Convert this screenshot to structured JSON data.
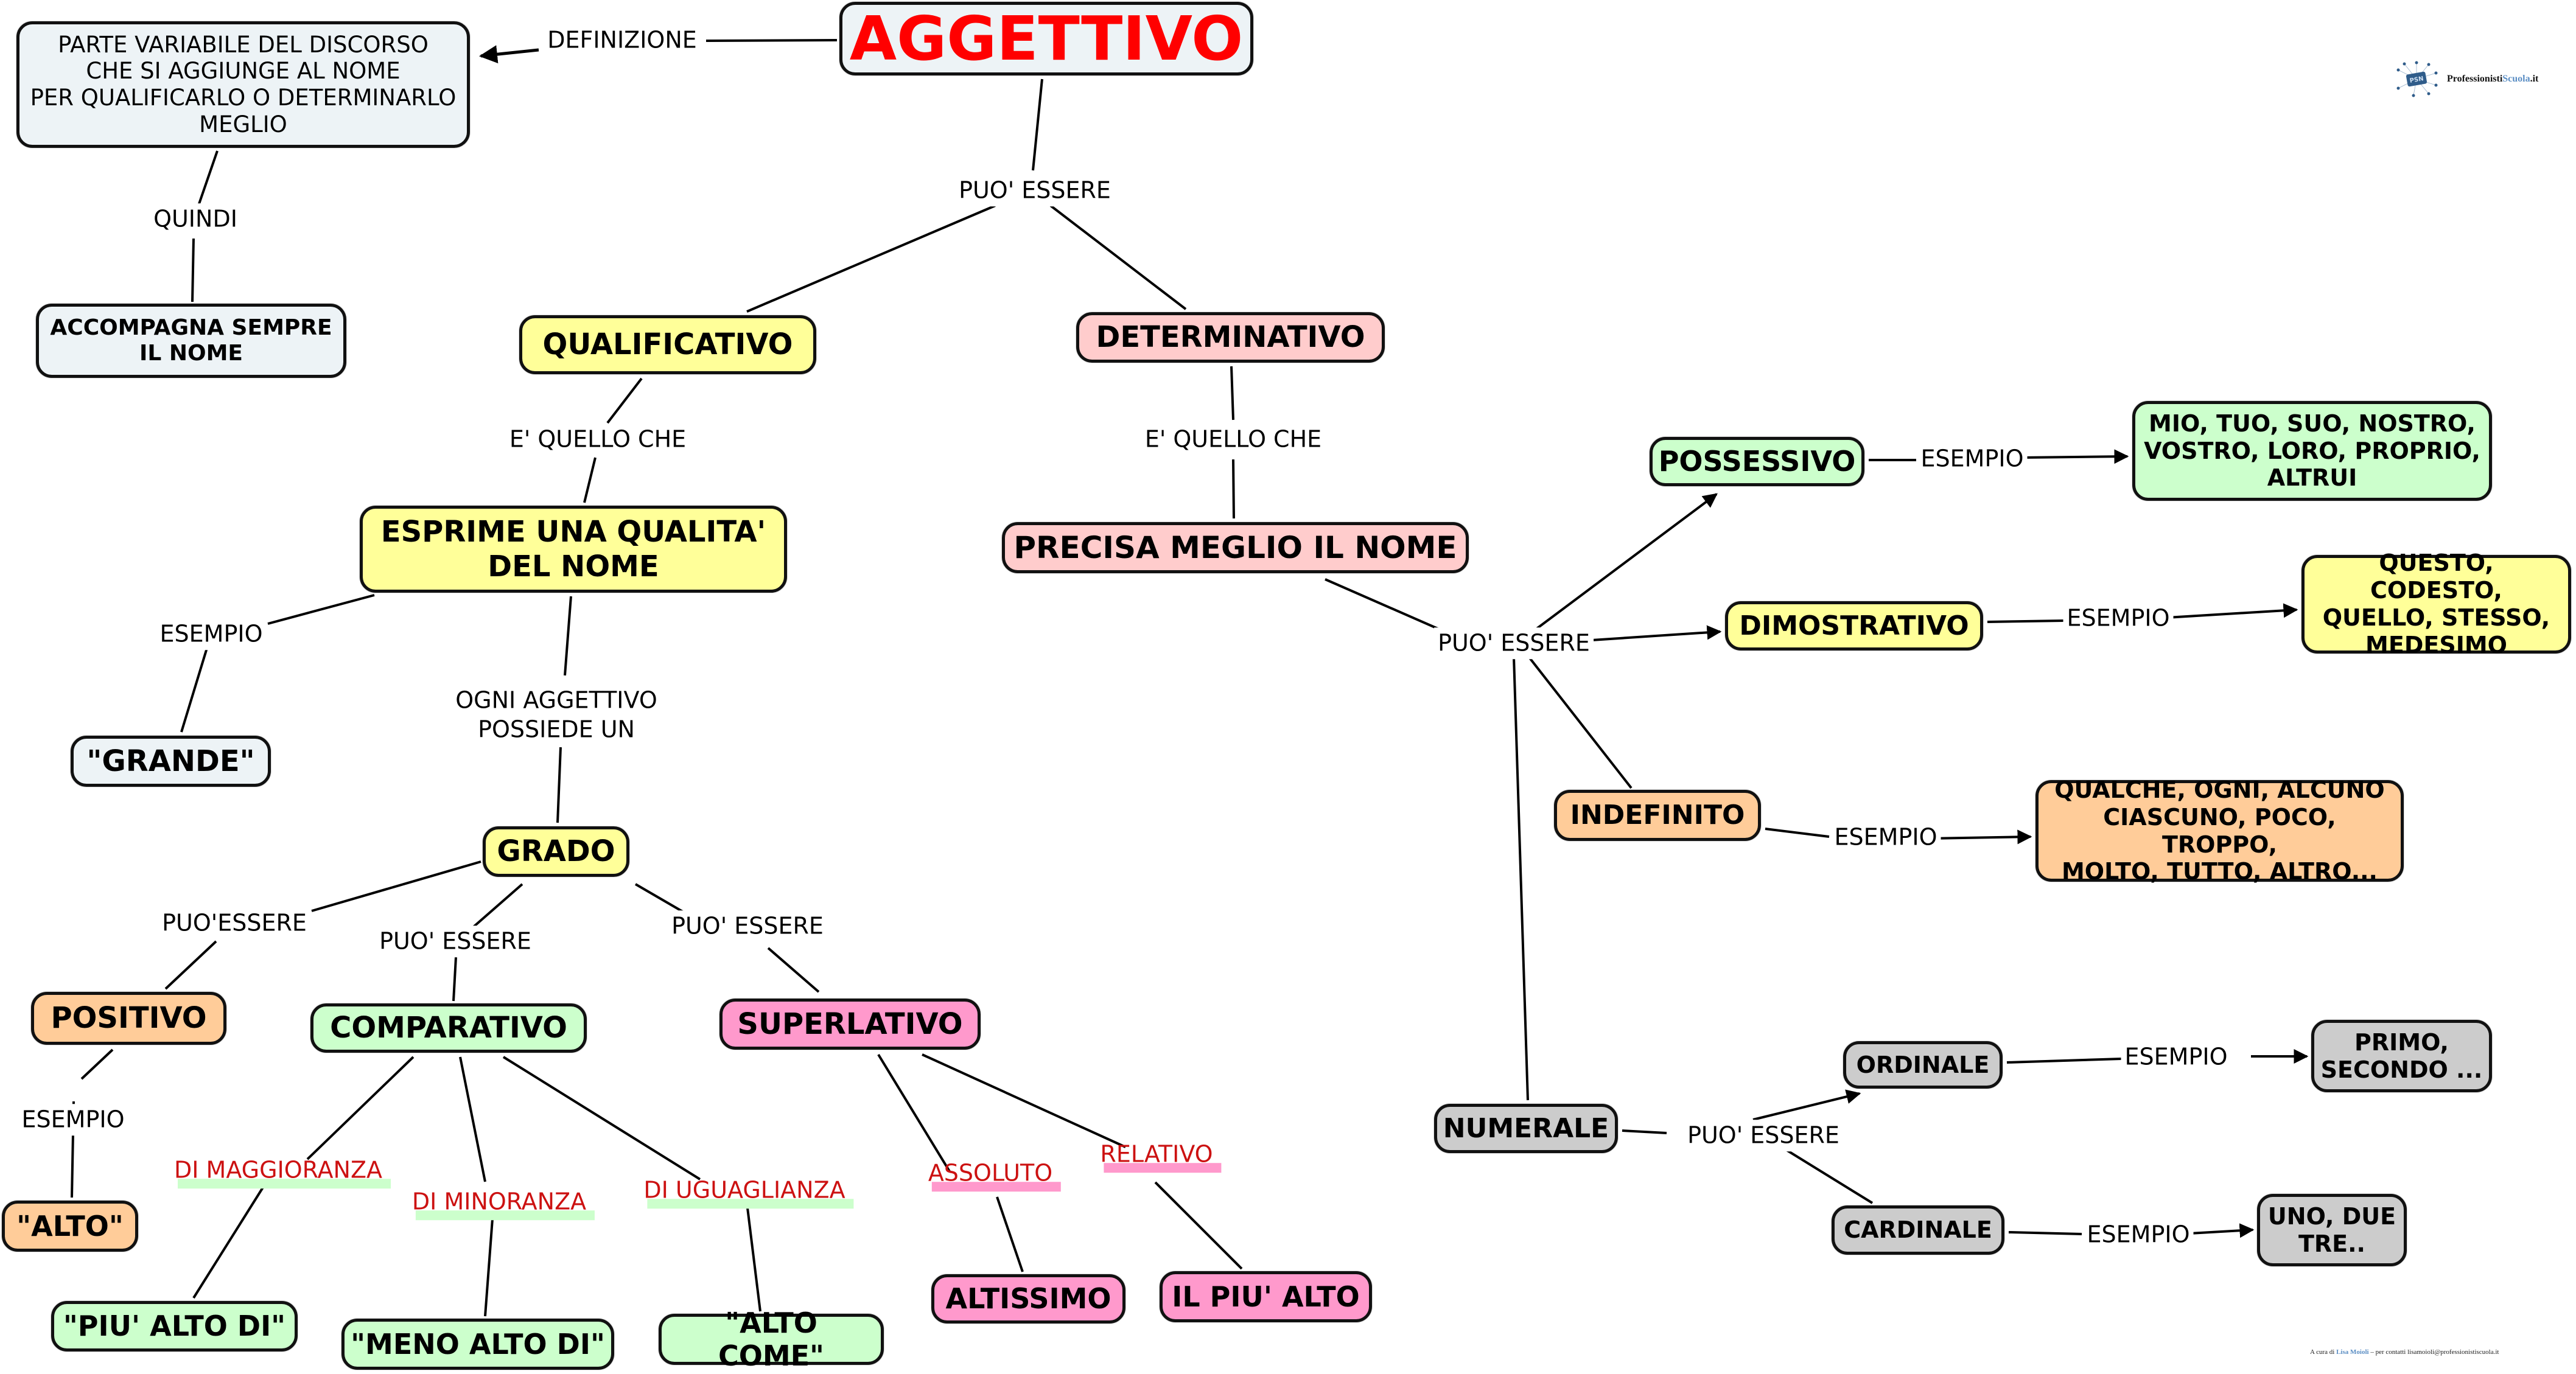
{
  "title": "AGGETTIVO",
  "colors": {
    "title_text": "#ff0000",
    "relation_label_red": "#cc1111",
    "node_ice": "#edf3f6",
    "node_yellow": "#ffff99",
    "node_pink": "#ffcccc",
    "node_green": "#ccffcc",
    "node_orange": "#ffcc99",
    "node_magenta": "#ff99cc",
    "node_gray": "#cccccc",
    "logo_accent": "#5b8ec4"
  },
  "nodes": {
    "aggettivo": "AGGETTIVO",
    "definition": "PARTE VARIABILE DEL DISCORSO\nCHE SI AGGIUNGE AL NOME\nPER QUALIFICARLO O DETERMINARLO\nMEGLIO",
    "accompagna": "ACCOMPAGNA SEMPRE\nIL NOME",
    "qualificativo": "QUALIFICATIVO",
    "determinativo": "DETERMINATIVO",
    "esprime": "ESPRIME UNA QUALITA'\nDEL NOME",
    "precisa": "PRECISA MEGLIO IL NOME",
    "grande": "\"GRANDE\"",
    "grado": "GRADO",
    "positivo": "POSITIVO",
    "comparativo": "COMPARATIVO",
    "superlativo": "SUPERLATIVO",
    "alto": "\"ALTO\"",
    "piu_alto_di": "\"PIU' ALTO DI\"",
    "meno_alto_di": "\"MENO ALTO DI\"",
    "alto_come": "\"ALTO COME\"",
    "altissimo": "ALTISSIMO",
    "il_piu_alto": "IL PIU' ALTO",
    "possessivo": "POSSESSIVO",
    "possessivo_esempi": "MIO, TUO, SUO, NOSTRO,\nVOSTRO, LORO, PROPRIO,\nALTRUI",
    "dimostrativo": "DIMOSTRATIVO",
    "dimostrativo_esempi": "QUESTO, CODESTO,\nQUELLO, STESSO,\nMEDESIMO",
    "indefinito": "INDEFINITO",
    "indefinito_esempi": "QUALCHE, OGNI, ALCUNO\nCIASCUNO, POCO, TROPPO,\nMOLTO, TUTTO, ALTRO...",
    "numerale": "NUMERALE",
    "ordinale": "ORDINALE",
    "ordinale_esempi": "PRIMO,\nSECONDO ...",
    "cardinale": "CARDINALE",
    "cardinale_esempi": "UNO, DUE\nTRE.."
  },
  "labels": {
    "definizione": "DEFINIZIONE",
    "quindi": "QUINDI",
    "puo_essere_top": "PUO' ESSERE",
    "e_quello_che_q": "E' QUELLO CHE",
    "e_quello_che_d": "E' QUELLO CHE",
    "esempio_grande": "ESEMPIO",
    "ogni_aggettivo": "OGNI AGGETTIVO\nPOSSIEDE UN",
    "puoessere_pos": "PUO'ESSERE",
    "puo_essere_comp": "PUO' ESSERE",
    "puo_essere_sup": "PUO' ESSERE",
    "esempio_alto": "ESEMPIO",
    "di_maggioranza": "DI MAGGIORANZA",
    "di_minoranza": "DI MINORANZA",
    "di_uguaglianza": "DI UGUAGLIANZA",
    "assoluto": "ASSOLUTO",
    "relativo": "RELATIVO",
    "puo_essere_det": "PUO' ESSERE",
    "esempio_poss": "ESEMPIO",
    "esempio_dim": "ESEMPIO",
    "esempio_indef": "ESEMPIO",
    "puo_essere_num": "PUO' ESSERE",
    "esempio_ord": "ESEMPIO",
    "esempio_card": "ESEMPIO"
  },
  "logo": {
    "mark": "PSN",
    "text_main": "Professionisti",
    "text_accent": "Scuola",
    "text_suffix": ".it"
  },
  "footer": {
    "prefix": "A cura di ",
    "author": "Lisa Moioli",
    "contact": "  – per contatti  lisamoioli@professionistiscuola.it"
  }
}
